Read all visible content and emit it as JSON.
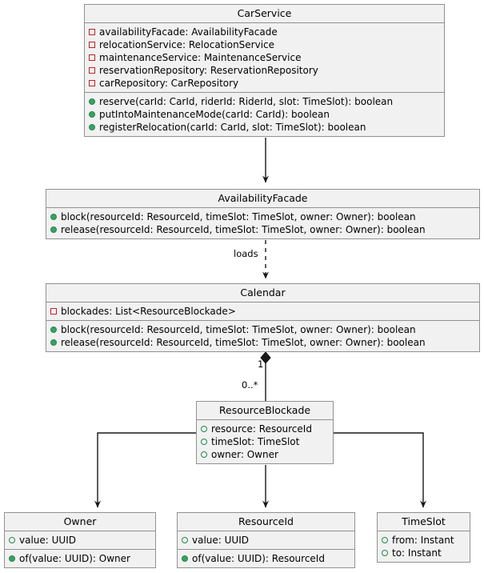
{
  "diagram": {
    "type": "uml-class-diagram",
    "background": "#ffffff",
    "box_fill": "#F1F1F1",
    "box_border": "#919191",
    "line_color": "#181818",
    "marker_private_color": "#C02323",
    "marker_public_color": "#37A262",
    "marker_package_color": "#1E8A4C"
  },
  "classes": [
    {
      "id": "CarService",
      "name": "CarService",
      "fields": [
        {
          "visibility": "private",
          "text": "availabilityFacade: AvailabilityFacade"
        },
        {
          "visibility": "private",
          "text": "relocationService: RelocationService"
        },
        {
          "visibility": "private",
          "text": "maintenanceService: MaintenanceService"
        },
        {
          "visibility": "private",
          "text": "reservationRepository: ReservationRepository"
        },
        {
          "visibility": "private",
          "text": "carRepository: CarRepository"
        }
      ],
      "methods": [
        {
          "visibility": "public",
          "text": "reserve(carId: CarId, riderId: RiderId, slot: TimeSlot): boolean"
        },
        {
          "visibility": "public",
          "text": "putIntoMaintenanceMode(carId: CarId): boolean"
        },
        {
          "visibility": "public",
          "text": "registerRelocation(carId: CarId, slot: TimeSlot): boolean"
        }
      ]
    },
    {
      "id": "AvailabilityFacade",
      "name": "AvailabilityFacade",
      "fields": [],
      "methods": [
        {
          "visibility": "public",
          "text": "block(resourceId: ResourceId, timeSlot: TimeSlot, owner: Owner): boolean"
        },
        {
          "visibility": "public",
          "text": "release(resourceId: ResourceId, timeSlot: TimeSlot, owner: Owner): boolean"
        }
      ]
    },
    {
      "id": "Calendar",
      "name": "Calendar",
      "fields": [
        {
          "visibility": "private",
          "text": "blockades: List<ResourceBlockade>"
        }
      ],
      "methods": [
        {
          "visibility": "public",
          "text": "block(resourceId: ResourceId, timeSlot: TimeSlot, owner: Owner): boolean"
        },
        {
          "visibility": "public",
          "text": "release(resourceId: ResourceId, timeSlot: TimeSlot, owner: Owner): boolean"
        }
      ]
    },
    {
      "id": "ResourceBlockade",
      "name": "ResourceBlockade",
      "fields": [
        {
          "visibility": "package",
          "text": "resource: ResourceId"
        },
        {
          "visibility": "package",
          "text": "timeSlot: TimeSlot"
        },
        {
          "visibility": "package",
          "text": "owner: Owner"
        }
      ],
      "methods": []
    },
    {
      "id": "Owner",
      "name": "Owner",
      "fields": [
        {
          "visibility": "package",
          "text": "value: UUID"
        }
      ],
      "methods": [
        {
          "visibility": "public",
          "text": "of(value: UUID): Owner"
        }
      ]
    },
    {
      "id": "ResourceId",
      "name": "ResourceId",
      "fields": [
        {
          "visibility": "package",
          "text": "value: UUID"
        }
      ],
      "methods": [
        {
          "visibility": "public",
          "text": "of(value: UUID): ResourceId"
        }
      ]
    },
    {
      "id": "TimeSlot",
      "name": "TimeSlot",
      "fields": [
        {
          "visibility": "package",
          "text": "from: Instant"
        },
        {
          "visibility": "package",
          "text": "to: Instant"
        }
      ],
      "methods": []
    }
  ],
  "relationships": [
    {
      "from": "CarService",
      "to": "AvailabilityFacade",
      "style": "solid",
      "arrow": "open",
      "label": ""
    },
    {
      "from": "AvailabilityFacade",
      "to": "Calendar",
      "style": "dashed",
      "arrow": "open",
      "label": "loads"
    },
    {
      "from": "Calendar",
      "to": "ResourceBlockade",
      "style": "solid",
      "arrow": "composition",
      "label": "",
      "source_multiplicity": "1",
      "target_multiplicity": "0..*"
    },
    {
      "from": "ResourceBlockade",
      "to": "Owner",
      "style": "solid",
      "arrow": "open",
      "label": ""
    },
    {
      "from": "ResourceBlockade",
      "to": "ResourceId",
      "style": "solid",
      "arrow": "open",
      "label": ""
    },
    {
      "from": "ResourceBlockade",
      "to": "TimeSlot",
      "style": "solid",
      "arrow": "open",
      "label": ""
    }
  ],
  "edge_labels": {
    "loads": "loads",
    "one": "1",
    "zero_to_many": "0..*"
  }
}
